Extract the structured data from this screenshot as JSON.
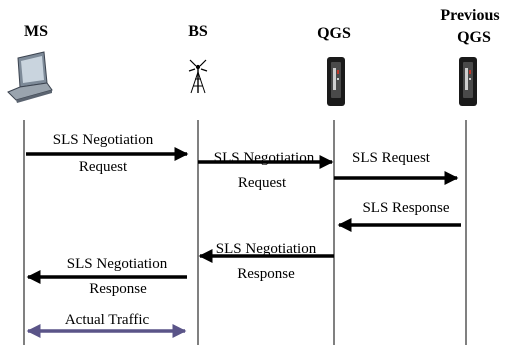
{
  "entities": [
    {
      "id": "ms",
      "label": "MS",
      "icon": "laptop-icon"
    },
    {
      "id": "bs",
      "label": "BS",
      "icon": "antenna-tower-icon"
    },
    {
      "id": "qgs",
      "label": "QGS",
      "icon": "server-icon"
    },
    {
      "id": "pqgs",
      "label_line1": "Previous",
      "label_line2": "QGS",
      "icon": "server-icon"
    }
  ],
  "messages": [
    {
      "line1": "SLS Negotiation",
      "line2": "Request",
      "from": "MS",
      "to": "BS"
    },
    {
      "line1": "SLS Negotiation",
      "line2": "Request",
      "from": "BS",
      "to": "QGS"
    },
    {
      "line1": "SLS Request",
      "line2": "",
      "from": "QGS",
      "to": "Previous QGS"
    },
    {
      "line1": "SLS Response",
      "line2": "",
      "from": "Previous QGS",
      "to": "QGS"
    },
    {
      "line1": "SLS Negotiation",
      "line2": "Response",
      "from": "QGS",
      "to": "BS"
    },
    {
      "line1": "SLS Negotiation",
      "line2": "Response",
      "from": "BS",
      "to": "MS"
    },
    {
      "line1": "Actual Traffic",
      "line2": "",
      "from": "MS",
      "to": "BS"
    }
  ],
  "colors": {
    "arrow": "#000000",
    "traffic_arrow": "#5a5488",
    "lifeline": "#000000"
  }
}
